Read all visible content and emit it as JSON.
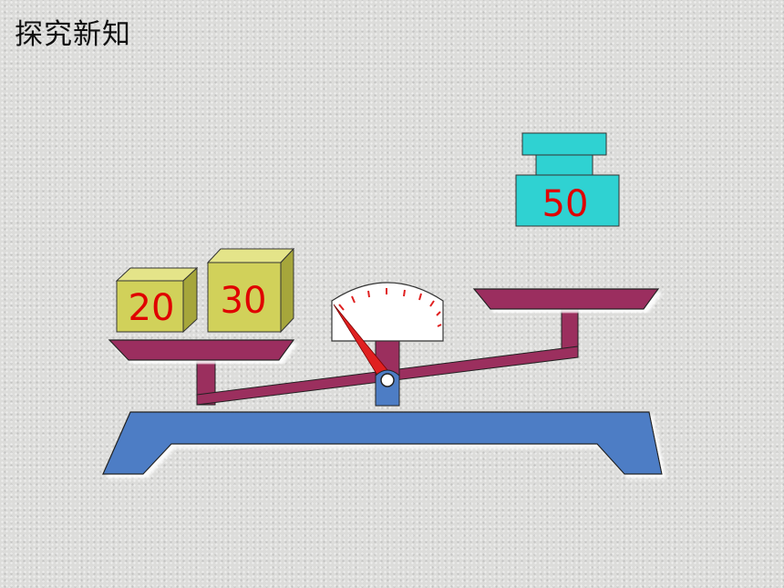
{
  "slide": {
    "title": "探究新知"
  },
  "weights": {
    "left_small": "20",
    "left_large": "30",
    "right_weight": "50"
  },
  "colors": {
    "base": "#4d7dc5",
    "beam": "#9b2f5e",
    "yellow_block": "#d1d15a",
    "cyan_weight": "#2fd2d2",
    "pointer": "#e02020",
    "label": "#e00000"
  }
}
